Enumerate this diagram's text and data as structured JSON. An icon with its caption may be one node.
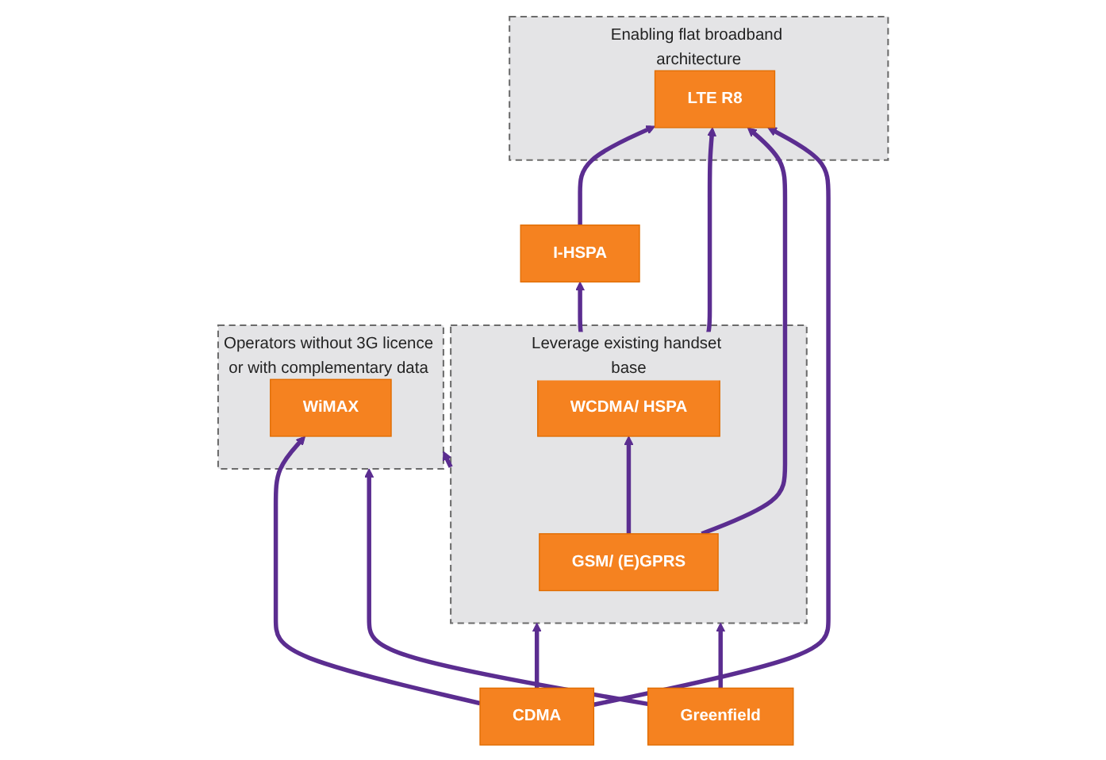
{
  "diagram": {
    "nodes": [
      {
        "text": [
          "Leverage existing handset base"
        ]
      },
      {
        "text": [
          "GSM/ (E)GPRS"
        ],
        "in": 0
      },
      {
        "text": [
          "WCDMA/ HSPA"
        ],
        "in": 0
      },
      {
        "text": [
          "Enabling flat broadband architecture"
        ]
      },
      {
        "text": [
          "I-HSPA"
        ]
      },
      {
        "text": [
          "LTE R8"
        ],
        "in": 3
      },
      {
        "text": [
          "CDMA"
        ]
      },
      {
        "text": [
          "Greenfield"
        ]
      },
      {
        "text": [
          "Operators without 3G licence or with complementary data strategy"
        ]
      },
      {
        "text": [
          "WiMAX"
        ],
        "in": 8
      }
    ],
    "edges": [
      {
        "from": 1,
        "to": 2,
        "arrow": "to"
      },
      {
        "from": 2,
        "to": 4,
        "arrow": "to"
      },
      {
        "from": 4,
        "to": 5,
        "arrow": "to"
      },
      {
        "from": 2,
        "to": 5,
        "arrow": "to"
      },
      {
        "from": 1,
        "to": 5,
        "arrow": "to"
      },
      {
        "from": 6,
        "to": 5,
        "arrow": "to"
      },
      {
        "from": 6,
        "to": 0,
        "arrow": "to"
      },
      {
        "from": 7,
        "to": 0,
        "arrow": "to"
      },
      {
        "from": 0,
        "to": 8,
        "arrow": "to"
      },
      {
        "from": 7,
        "to": 8,
        "arrow": "to"
      },
      {
        "from": 6,
        "to": 9,
        "arrow": "to"
      }
    ]
  }
}
